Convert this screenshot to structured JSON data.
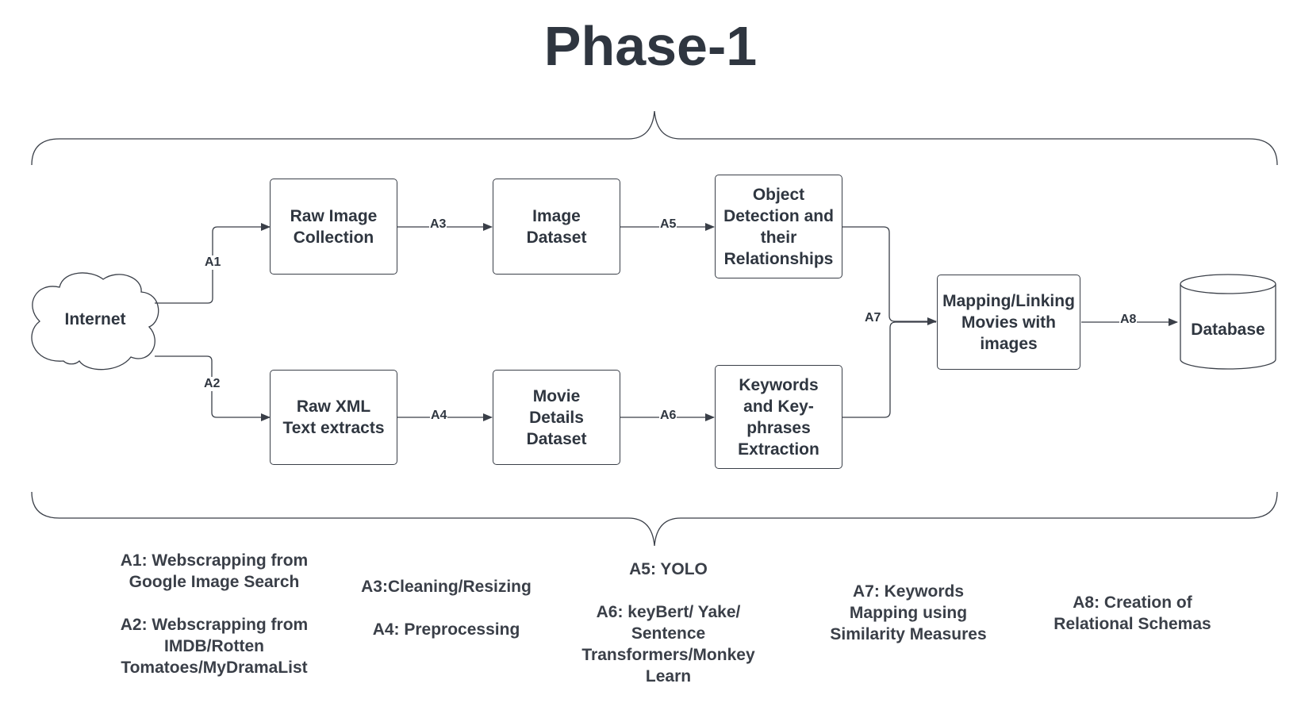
{
  "title": "Phase-1",
  "nodes": {
    "internet": "Internet",
    "raw_image_collection": "Raw Image Collection",
    "image_dataset": "Image Dataset",
    "object_detection": "Object Detection and their Relationships",
    "raw_xml": "Raw XML Text extracts",
    "movie_details": "Movie Details Dataset",
    "keywords_extraction": "Keywords and Key-phrases Extraction",
    "mapping": "Mapping/Linking Movies with images",
    "database": "Database"
  },
  "edges": {
    "a1": "A1",
    "a2": "A2",
    "a3": "A3",
    "a4": "A4",
    "a5": "A5",
    "a6": "A6",
    "a7": "A7",
    "a8": "A8"
  },
  "legend": {
    "a1": "A1: Webscrapping from Google Image Search",
    "a2": "A2: Webscrapping from IMDB/Rotten Tomatoes/MyDramaList",
    "a3": "A3:Cleaning/Resizing",
    "a4": "A4: Preprocessing",
    "a5": "A5: YOLO",
    "a6": "A6: keyBert/ Yake/ Sentence Transformers/Monkey Learn",
    "a7": "A7: Keywords Mapping using Similarity Measures",
    "a8": "A8: Creation of Relational Schemas"
  },
  "colors": {
    "stroke": "#3a3f48",
    "text": "#2f3640",
    "background": "#ffffff"
  }
}
